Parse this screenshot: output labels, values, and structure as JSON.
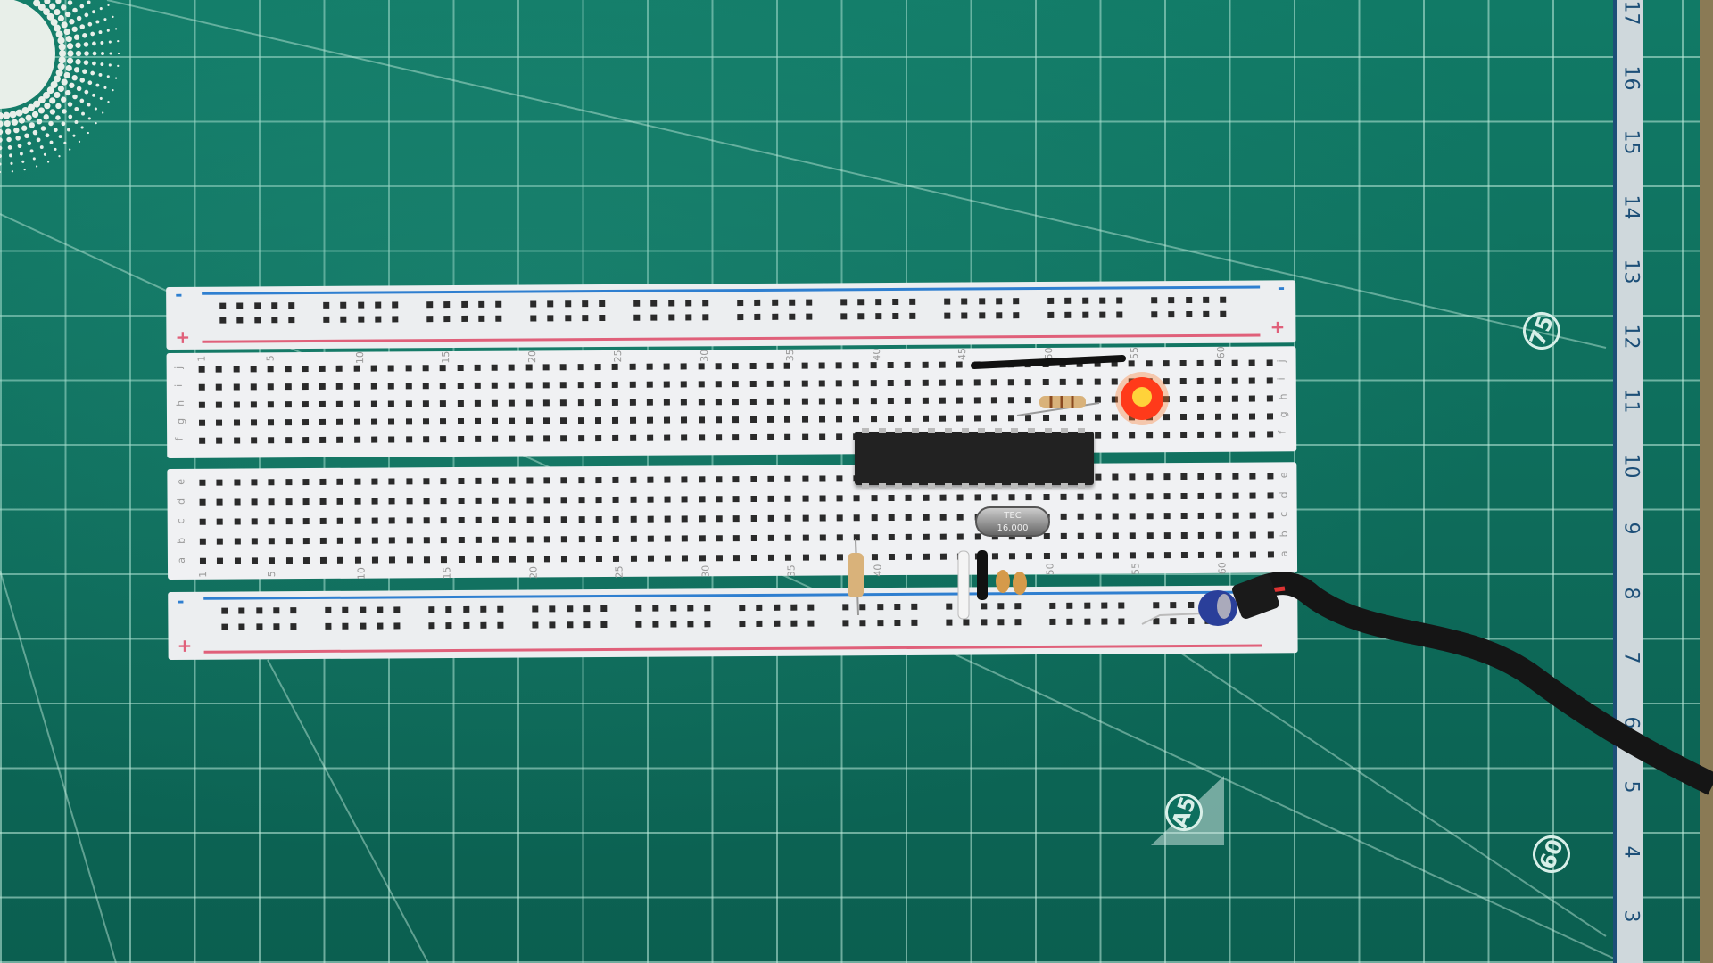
{
  "ruler": {
    "numbers": [
      "17",
      "16",
      "15",
      "14",
      "13",
      "12",
      "11",
      "10",
      "9",
      "8",
      "7",
      "6",
      "5",
      "4",
      "3"
    ]
  },
  "mat_labels": {
    "angle_75": "75",
    "angle_60": "60",
    "size_a5": "A5"
  },
  "breadboard": {
    "row_letters_top": [
      "j",
      "i",
      "h",
      "g",
      "f"
    ],
    "row_letters_bottom": [
      "e",
      "d",
      "c",
      "b",
      "a"
    ],
    "column_numbers": [
      "1",
      "5",
      "10",
      "15",
      "20",
      "25",
      "30",
      "35",
      "40",
      "45",
      "50",
      "55",
      "60"
    ],
    "rail_minus": "-",
    "rail_plus": "+",
    "colors": {
      "rail_blue": "#2f7fd0",
      "rail_red": "#e0607a",
      "led": "#ff3a1a"
    }
  },
  "crystal": {
    "brand": "TEC",
    "frequency": "16.000"
  }
}
